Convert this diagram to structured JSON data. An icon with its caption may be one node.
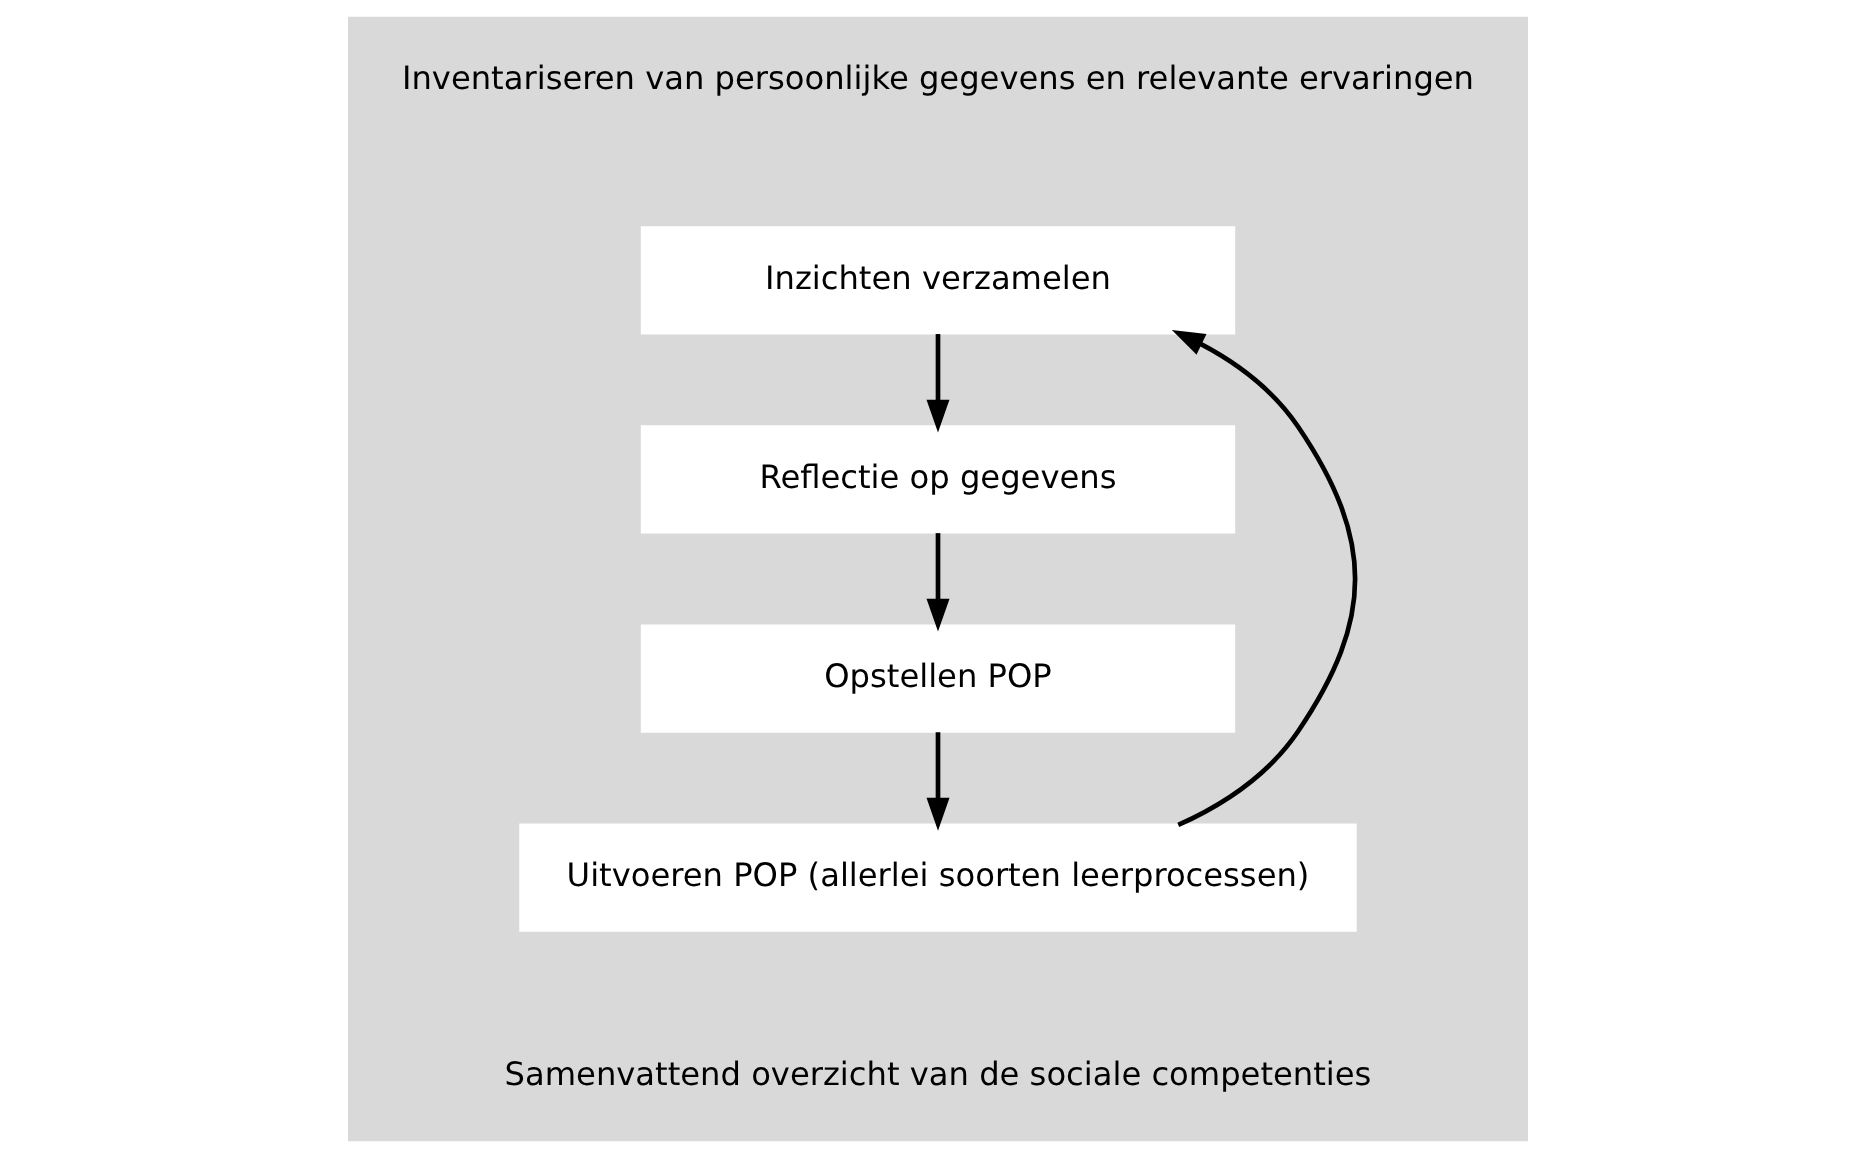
{
  "diagram": {
    "nodes": [
      {
        "text": [
          "Inzichten verzamelen"
        ]
      },
      {
        "text": [
          "Reflectie op gegevens"
        ]
      },
      {
        "text": [
          "Opstellen POP"
        ]
      },
      {
        "text": [
          "Uitvoeren POP (allerlei soorten leerprocessen)"
        ]
      }
    ],
    "edges": [
      {
        "from": 0,
        "to": 1,
        "arrow": "to"
      },
      {
        "from": 1,
        "to": 2,
        "arrow": "to"
      },
      {
        "from": 2,
        "to": 3,
        "arrow": "to"
      },
      {
        "from": 3,
        "to": 0,
        "arrow": "to"
      }
    ],
    "labels": [
      "Inventariseren van persoonlijke gegevens en relevante ervaringen",
      "Samenvattend overzicht van de sociale competenties"
    ]
  }
}
